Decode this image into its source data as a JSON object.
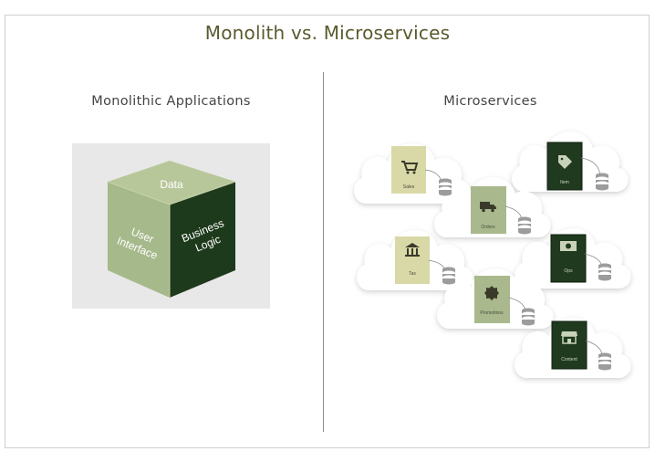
{
  "title": "Monolith vs. Microservices",
  "left": {
    "heading": "Monolithic Applications",
    "cube": {
      "top_face": "Data",
      "left_face_line1": "User",
      "left_face_line2": "Interface",
      "right_face_line1": "Business",
      "right_face_line2": "Logic"
    }
  },
  "right": {
    "heading": "Microservices",
    "services": [
      {
        "label": "Sales",
        "icon": "cart-icon"
      },
      {
        "label": "Item",
        "icon": "tag-icon"
      },
      {
        "label": "Orders",
        "icon": "truck-icon"
      },
      {
        "label": "Tax",
        "icon": "bank-icon"
      },
      {
        "label": "Ops",
        "icon": "money-icon"
      },
      {
        "label": "Promotions",
        "icon": "badge-icon"
      },
      {
        "label": "Content",
        "icon": "store-icon"
      }
    ]
  },
  "colors": {
    "light_green": "#a6b98a",
    "dark_green": "#1e3a1c",
    "card_light": "#d9d9a8",
    "card_mid": "#a9b98d",
    "card_dark": "#1f3a1e"
  }
}
